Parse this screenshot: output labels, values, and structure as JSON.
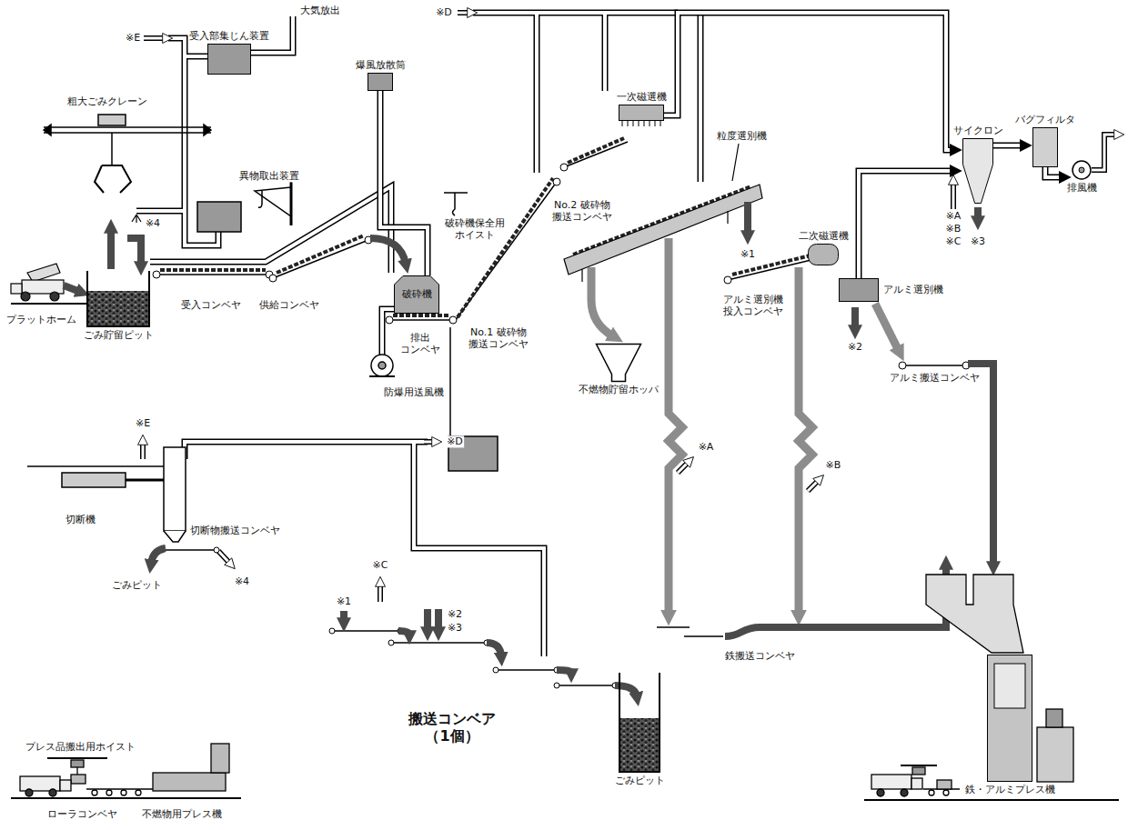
{
  "diagram": {
    "nodes": [
      {
        "text": [
          "受入部集じん装置"
        ]
      },
      {
        "text": [
          "爆風放散筒"
        ]
      },
      {
        "text": [
          "一次磁選機"
        ]
      },
      {
        "text": [
          "サイクロン"
        ]
      },
      {
        "text": [
          "バグフィルタ"
        ]
      },
      {
        "text": [
          "排風機"
        ]
      },
      {
        "text": [
          "ごみ貯留ピット"
        ]
      },
      {
        "text": [
          "破砕機"
        ]
      },
      {
        "text": [
          "二次磁選機"
        ]
      },
      {
        "text": [
          "アルミ選別機"
        ]
      },
      {
        "text": [
          "不燃物貯留ホッパ"
        ]
      },
      {
        "text": [
          "ごみピット"
        ]
      },
      {
        "text": [
          "鉄・アルミプレス機"
        ]
      }
    ],
    "edges": [
      {
        "from": 7,
        "to": 1,
        "arrow": "none"
      },
      {
        "from": 2,
        "to": 3,
        "arrow": "to"
      },
      {
        "from": 9,
        "to": 3,
        "arrow": "to"
      },
      {
        "from": 3,
        "to": 4,
        "arrow": "to"
      },
      {
        "from": 4,
        "to": 5,
        "arrow": "to"
      }
    ],
    "labels": [
      "大気放出",
      "※E",
      "粗大ごみクレーン",
      "※D",
      "異物取出装置",
      "※4",
      "プラットホーム",
      "受入コンベヤ",
      "供給コンベヤ",
      "破砕機保全用 ホイスト",
      "排出 コンベヤ",
      "No.1 破砕物 搬送コンベヤ",
      "防爆用送風機",
      "No.2 破砕物 搬送コンベヤ",
      "粒度選別機",
      "※1",
      "アルミ選別機 投入コンベヤ",
      "※A",
      "※B",
      "※2",
      "アルミ搬送コンベヤ",
      "※A",
      "※B",
      "※C",
      "※3",
      "鉄搬送コンベヤ",
      "※E",
      "※D",
      "切断機",
      "切断物搬送コンベヤ",
      "ごみピット",
      "※4",
      "※C",
      "※1",
      "※2",
      "※3",
      "搬送コンベア （1個）",
      "プレス品搬出用ホイスト",
      "ローラコンベヤ",
      "不燃物用プレス機"
    ]
  }
}
